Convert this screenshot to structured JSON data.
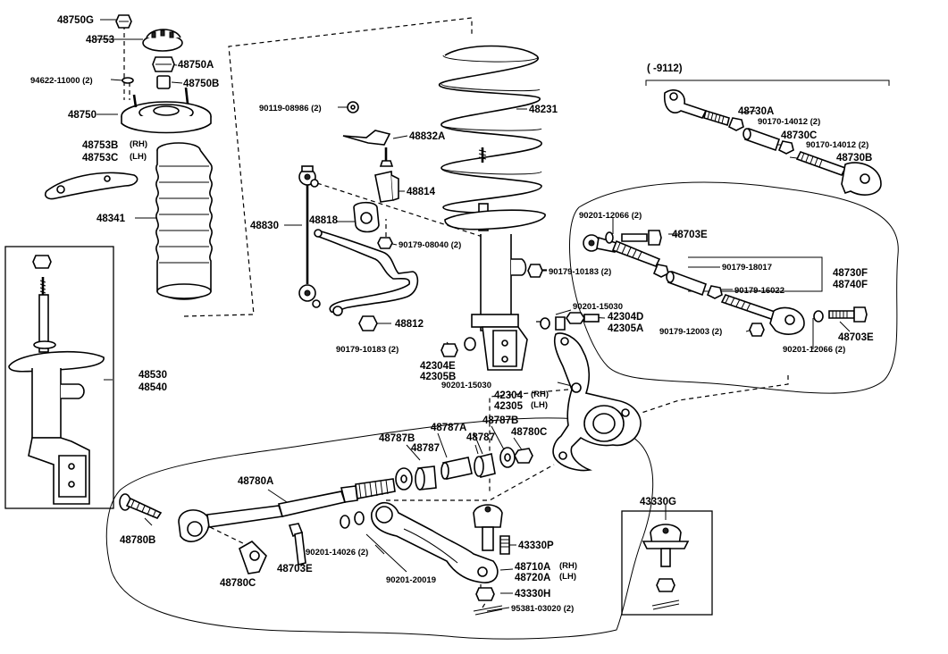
{
  "labels": {
    "p48750G": "48750G",
    "p48753": "48753",
    "p48750A": "48750A",
    "p94622": "94622-11000 (2)",
    "p48750B": "48750B",
    "p48750": "48750",
    "p48753B": "48753B",
    "p48753C": "48753C",
    "rh": "(RH)",
    "lh": "(LH)",
    "p48341": "48341",
    "p48530": "48530",
    "p48540": "48540",
    "p90119": "90119-08986 (2)",
    "p48832A": "48832A",
    "p48814": "48814",
    "p48830": "48830",
    "p48818": "48818",
    "p90179_08040": "90179-08040 (2)",
    "p48812": "48812",
    "p90179_10183a": "90179-10183 (2)",
    "p48231": "48231",
    "p90179_10183b": "90179-10183 (2)",
    "p90201_15030a": "90201-15030",
    "p42304D": "42304D",
    "p42305A": "42305A",
    "p42304E": "42304E",
    "p42305B": "42305B",
    "p90201_15030b": "90201-15030",
    "p42304": "42304",
    "p42305": "42305",
    "range": "(      -9112)",
    "p48730A": "48730A",
    "p90170a": "90170-14012 (2)",
    "p48730C": "48730C",
    "p90170b": "90170-14012 (2)",
    "p48730B": "48730B",
    "p90201_12066a": "90201-12066 (2)",
    "p48703Ea": "48703E",
    "p90179_18017": "90179-18017",
    "p48730F": "48730F",
    "p48740F": "48740F",
    "p90179_16022": "90179-16022",
    "p90179_12003": "90179-12003 (2)",
    "p48703Eb": "48703E",
    "p90201_12066b": "90201-12066 (2)",
    "p48787B1": "48787B",
    "p48787A": "48787A",
    "p48787B2": "48787B",
    "p48787a": "48787",
    "p48787b": "48787",
    "p48780C_top": "48780C",
    "p48780A": "48780A",
    "p48780B": "48780B",
    "p48780C": "48780C",
    "p48703Ec": "48703E",
    "p90201_14026": "90201-14026 (2)",
    "p90201_20019": "90201-20019",
    "p43330P": "43330P",
    "p48710A": "48710A",
    "p48720A": "48720A",
    "p43330H": "43330H",
    "p95381": "95381-03020 (2)",
    "p43330G": "43330G"
  }
}
